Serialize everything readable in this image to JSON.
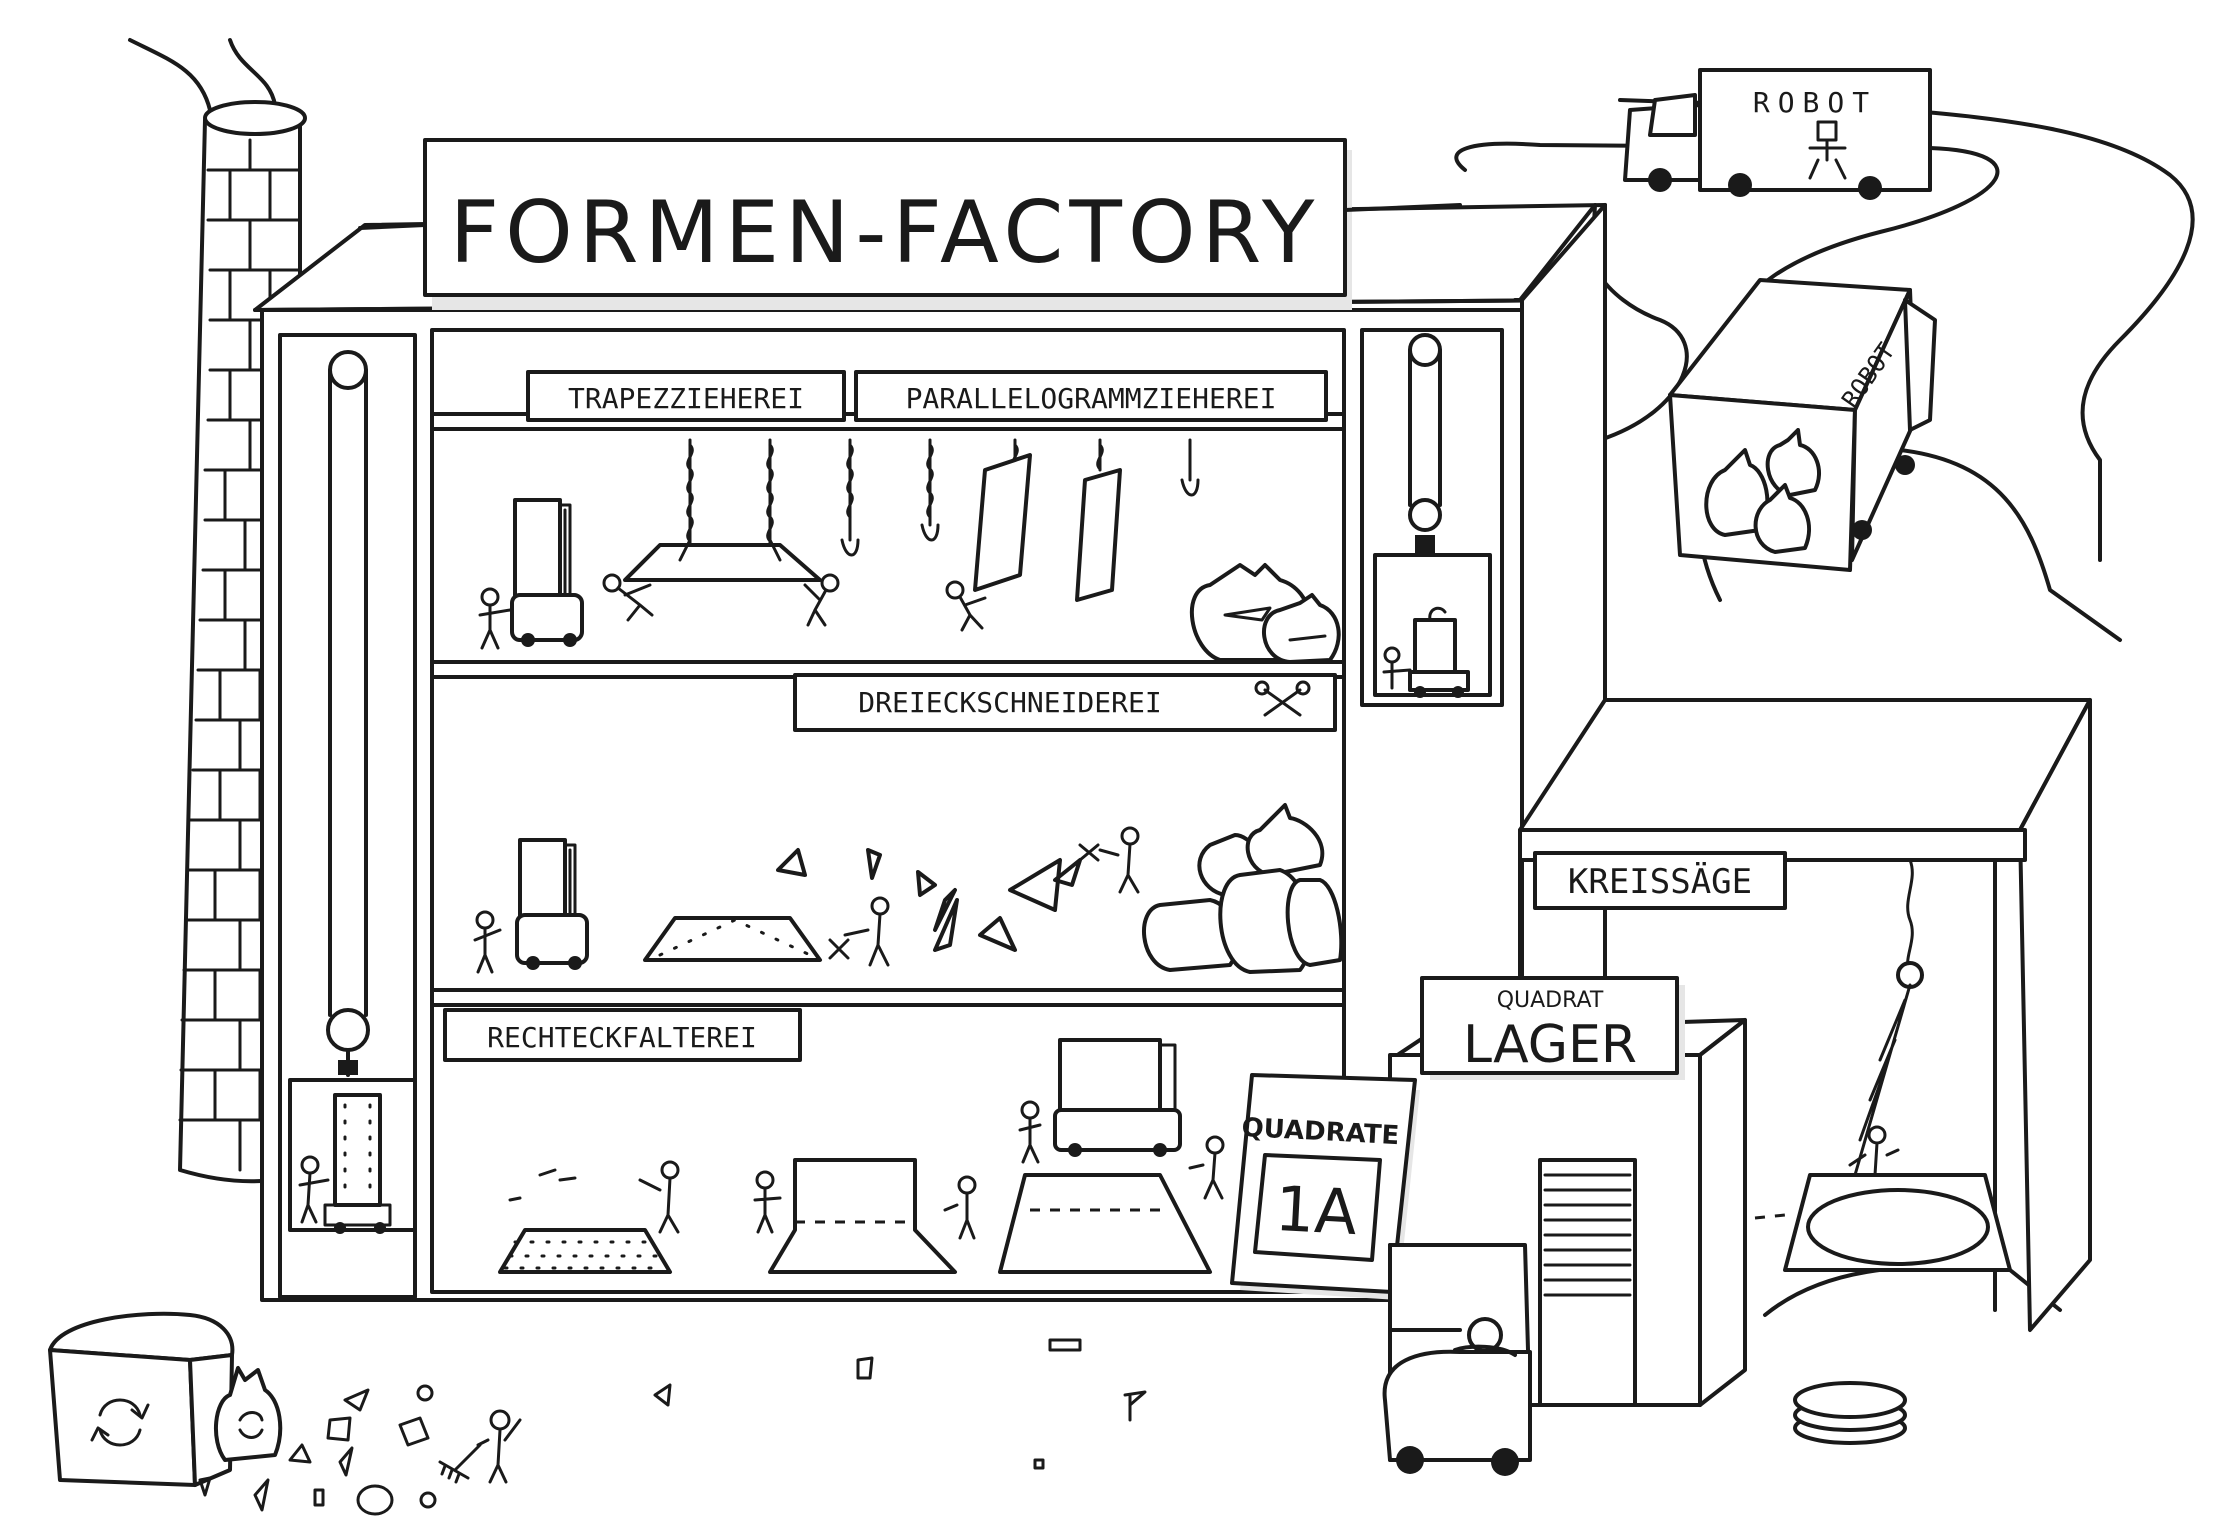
{
  "signs": {
    "factory_title": "FORMEN-FACTORY",
    "trapez": "TRAPEZZIEHEREI",
    "parallelogramm": "PARALLELOGRAMMZIEHEREI",
    "dreieck": "DREIECKSCHNEIDEREI",
    "rechteck": "RECHTECKFALTEREI",
    "kreissaege": "KREISSÄGE",
    "quadrat_small": "QUADRAT",
    "lager": "LAGER",
    "quadrate": "QUADRATE",
    "grade": "1A"
  },
  "trucks": {
    "top_truck_text": "ROBOT",
    "side_truck_text": "ROBOT"
  },
  "icons": [
    "recycle-icon",
    "scissors-icon",
    "trash-bag-icon",
    "chimney-icon",
    "truck-icon",
    "forklift-icon",
    "rake-icon"
  ]
}
